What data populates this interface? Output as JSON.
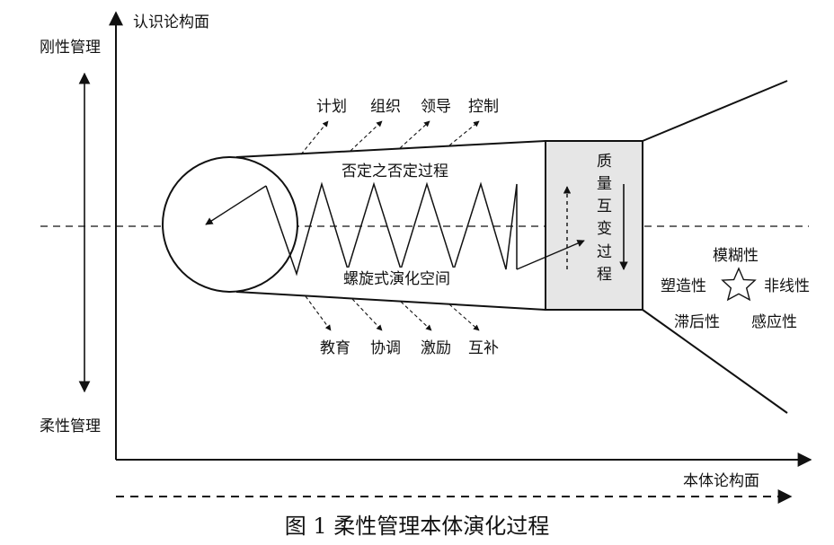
{
  "axes": {
    "y_label": "认识论构面",
    "x_label": "本体论构面",
    "top_label": "刚性管理",
    "bottom_label": "柔性管理"
  },
  "cylinder": {
    "top_title": "否定之否定过程",
    "bottom_title": "螺旋式演化空间"
  },
  "top_functions": [
    "计划",
    "组织",
    "领导",
    "控制"
  ],
  "bottom_functions": [
    "教育",
    "协调",
    "激励",
    "互补"
  ],
  "box_chars": [
    "质",
    "量",
    "互",
    "变",
    "过",
    "程"
  ],
  "properties": {
    "top": "模糊性",
    "left": "塑造性",
    "right": "非线性",
    "bottom_left": "滞后性",
    "bottom_right": "感应性"
  },
  "caption": "图 1 柔性管理本体演化过程",
  "colors": {
    "ink": "#111111",
    "box_fill": "#e6e6e6"
  }
}
